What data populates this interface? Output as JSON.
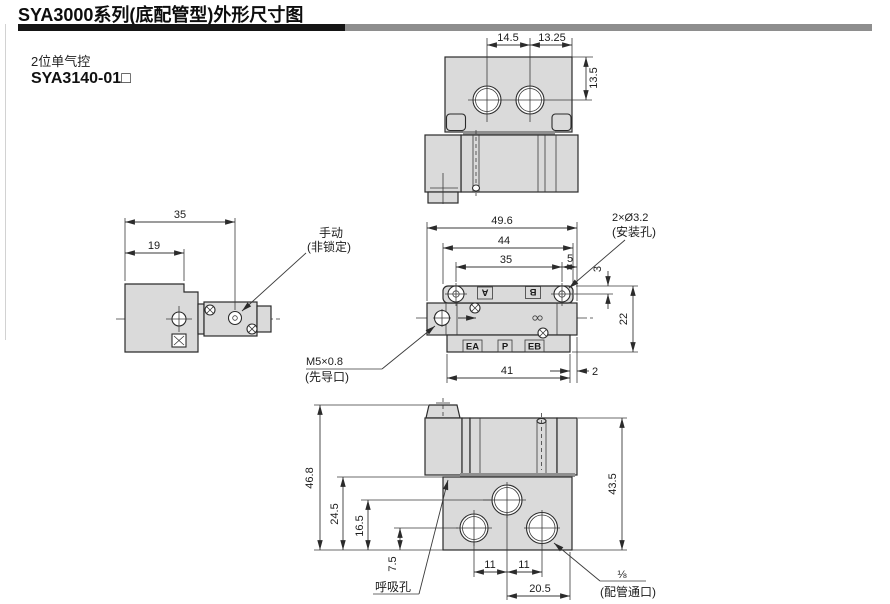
{
  "header": {
    "title": "SYA3000系列(底配管型)外形尺寸图"
  },
  "model": {
    "line1": "2位单气控",
    "line2": "SYA3140-01□"
  },
  "colors": {
    "body_fill": "#dadada",
    "seam_fill": "#8f8f8f",
    "line": "#2b2b2b",
    "title_bar_black": "#151515",
    "title_bar_gray": "#8e8e8e"
  },
  "top_view": {
    "dim_w1": "14.5",
    "dim_w2": "13.25",
    "dim_h": "13.5"
  },
  "side_view": {
    "dim_35": "35",
    "dim_19": "19",
    "manual_label": "手动",
    "manual_sub": "(非锁定)"
  },
  "front_view": {
    "dim_49_6": "49.6",
    "dim_44": "44",
    "dim_35": "35",
    "dim_5": "5",
    "dim_3": "3",
    "dim_22": "22",
    "dim_41": "41",
    "dim_2": "2",
    "mount_label": "2×Ø3.2",
    "mount_sub": "(安装孔)",
    "pilot_label": "M5×0.8",
    "pilot_sub": "(先导口)",
    "port_a": "A",
    "port_b": "B",
    "port_ea": "EA",
    "port_p": "P",
    "port_eb": "EB"
  },
  "bottom_view": {
    "dim_46_8": "46.8",
    "dim_24_5": "24.5",
    "dim_16_5": "16.5",
    "dim_7_5": "7.5",
    "dim_43_5": "43.5",
    "dim_11a": "11",
    "dim_11b": "11",
    "dim_20_5": "20.5",
    "breather_label": "呼吸孔",
    "pipe_size": "⅛",
    "pipe_sub": "(配管通口)"
  }
}
